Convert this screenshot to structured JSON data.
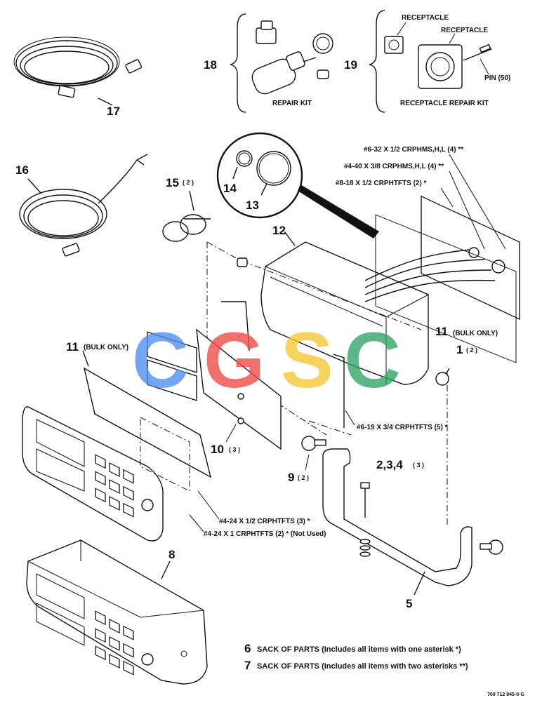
{
  "callouts": {
    "c1": "1",
    "c1_qty": "( 2 )",
    "c234": "2,3,4",
    "c234_qty": "( 3 )",
    "c5": "5",
    "c8": "8",
    "c9": "9",
    "c9_qty": "( 2 )",
    "c10": "10",
    "c10_qty": "( 3 )",
    "c11_right": "11",
    "c11_right_note": "(BULK ONLY)",
    "c11_left": "11",
    "c11_left_note": "(BULK ONLY)",
    "c12": "12",
    "c13": "13",
    "c14": "14",
    "c15": "15",
    "c15_qty": "( 2 )",
    "c16": "16",
    "c17": "17",
    "c18": "18",
    "c19": "19"
  },
  "labels": {
    "repair_kit": "REPAIR KIT",
    "receptacle_1": "RECEPTACLE",
    "receptacle_2": "RECEPTACLE",
    "pin": "PIN (50)",
    "receptacle_repair_kit": "RECEPTACLE REPAIR KIT"
  },
  "hardware": {
    "h1": "#6-32 X 1/2 CRPHMS,H,L (4) **",
    "h2": "#4-40 X 3/8 CRPHMS,H,L (4) **",
    "h3": "#8-18 X 1/2 CRPHTFTS (2) *",
    "h4": "#6-19 X 3/4 CRPHTFTS (5) *",
    "h5": "#4-24 X 1/2 CRPHTFTS (3) *",
    "h6": "#4-24 X 1 CRPHTFTS (2) * (Not Used)"
  },
  "notes": {
    "n6_num": "6",
    "n6_text": "SACK OF PARTS (Includes all items with one asterisk *)",
    "n7_num": "7",
    "n7_text": "SACK OF PARTS (Includes all items with two asterisks **)"
  },
  "footer": {
    "drawing_number": "700 712 845-0-G"
  },
  "watermark": {
    "letters": [
      "C",
      "G",
      "S",
      "C"
    ],
    "colors": [
      "#4f8ff0",
      "#ee4d48",
      "#f5c936",
      "#33a56b"
    ]
  }
}
